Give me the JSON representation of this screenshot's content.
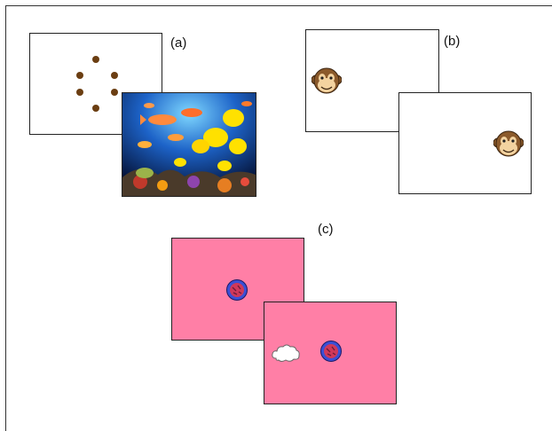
{
  "labels": {
    "a": "(a)",
    "b": "(b)",
    "c": "(c)"
  },
  "icons": {
    "dots": "dot-ring",
    "fish_scene": "aquarium-fish-icon",
    "monkey": "monkey-face-icon",
    "ball": "ball-icon",
    "cloud": "cloud-icon"
  },
  "colors": {
    "pink_panel": "#ff7fa6",
    "dot": "#6b3e12",
    "monkey_brown": "#8b5a2b",
    "ball_blue": "#3b4fd6"
  }
}
